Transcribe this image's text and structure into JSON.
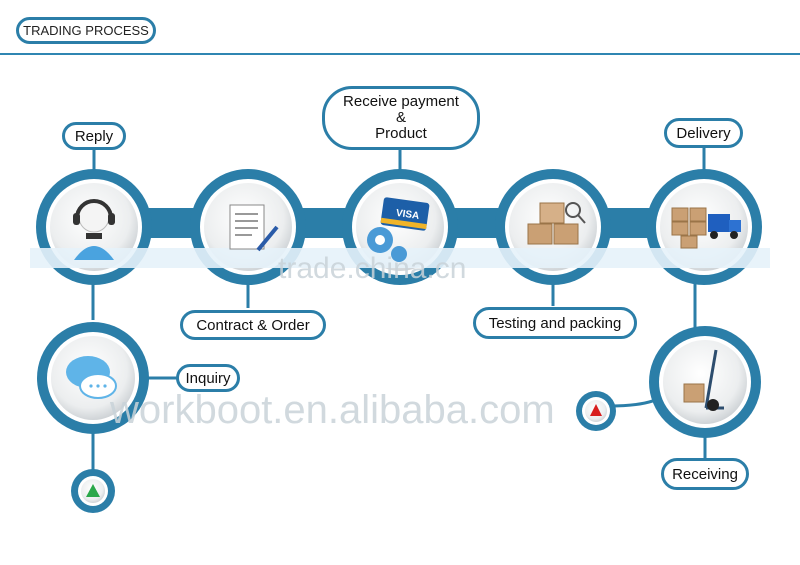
{
  "header": {
    "title": "TRADING PROCESS"
  },
  "steps": {
    "reply": "Reply",
    "contract": "Contract  & Order",
    "payment_line1": "Receive payment",
    "payment_line2": "&",
    "payment_line3": "Product",
    "testing": "Testing and packing",
    "delivery": "Delivery",
    "inquiry": "Inquiry",
    "receiving": "Receiving"
  },
  "watermarks": {
    "trade": "trade.china.cn",
    "alibaba": "workboot.en.alibaba.com"
  },
  "icons": {
    "reply": "headset-operator-icon",
    "contract": "document-pen-icon",
    "payment": "visa-card-gears-icon",
    "testing": "box-inspection-icon",
    "delivery": "truck-boxes-icon",
    "inquiry": "speech-bubble-icon",
    "receiving": "hand-truck-icon",
    "start": "green-triangle-icon",
    "end": "red-triangle-icon"
  },
  "colors": {
    "ring": "#2b7ea8",
    "line": "#2f86b2",
    "start": "#2ba84a",
    "end": "#d81e1e"
  }
}
